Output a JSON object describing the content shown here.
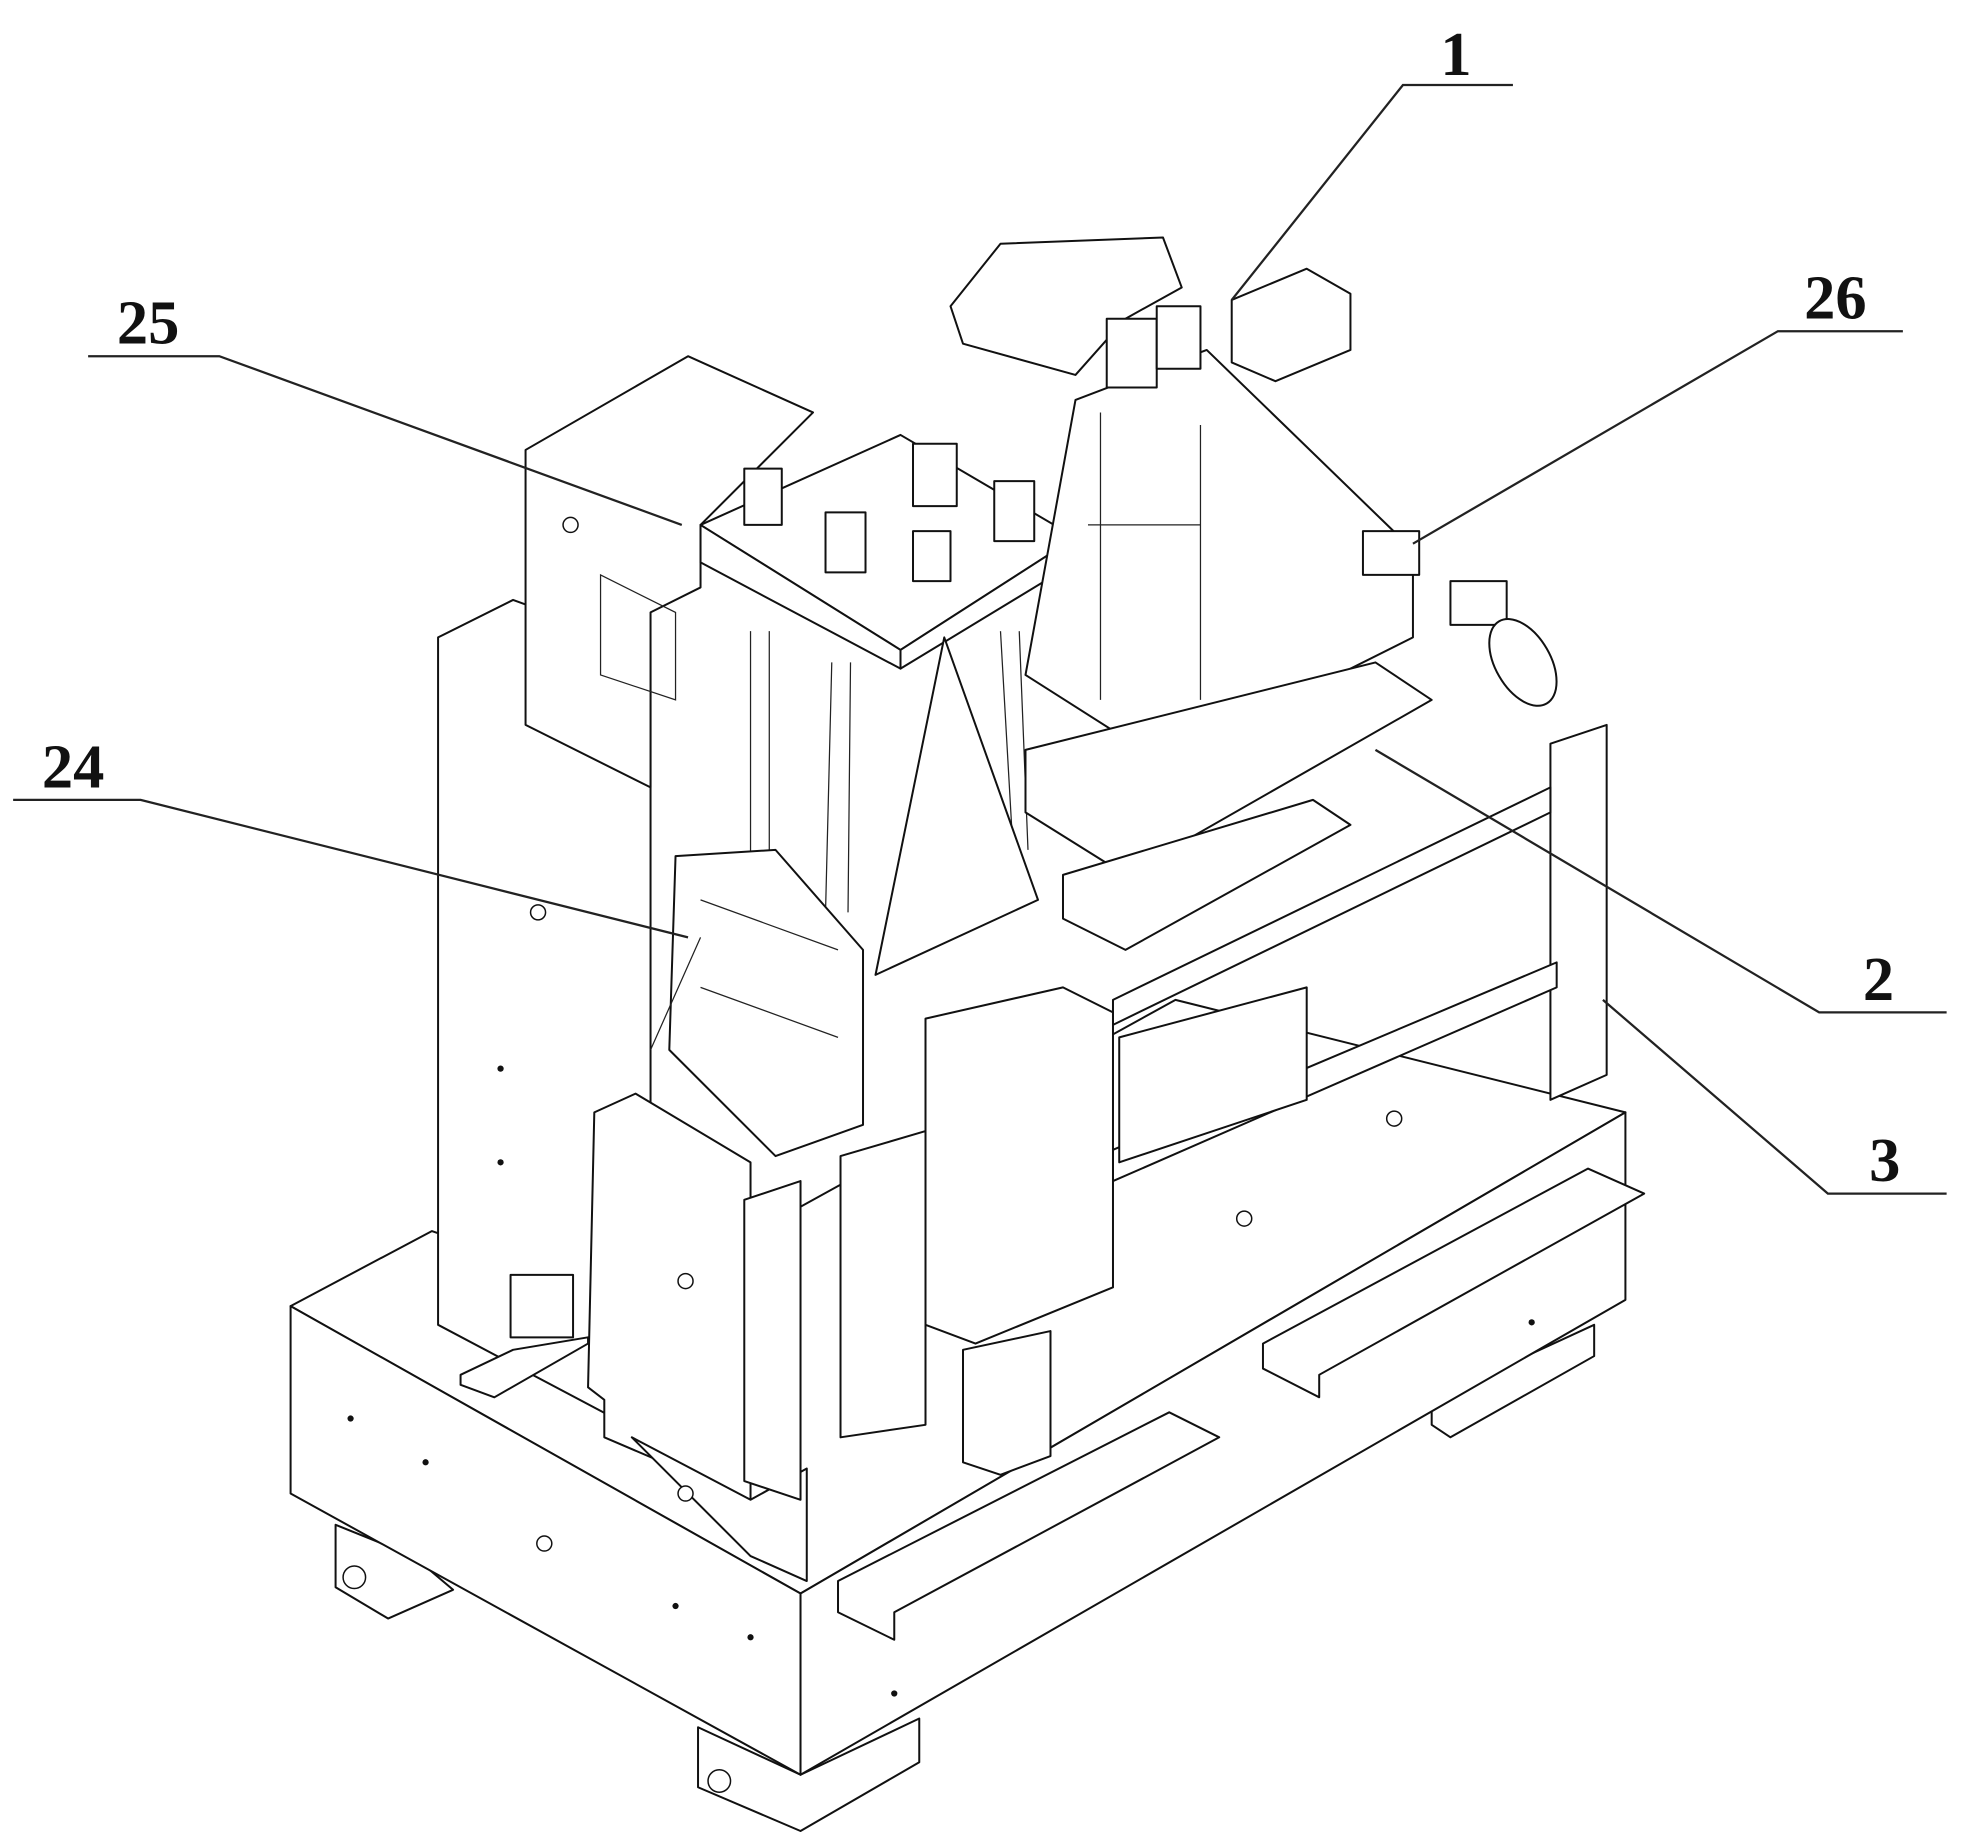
{
  "figure": {
    "type": "patent isometric line drawing of machine",
    "callouts": [
      {
        "id": "label-1",
        "text": "1"
      },
      {
        "id": "label-25",
        "text": "25"
      },
      {
        "id": "label-26",
        "text": "26"
      },
      {
        "id": "label-24",
        "text": "24"
      },
      {
        "id": "label-2",
        "text": "2"
      },
      {
        "id": "label-3",
        "text": "3"
      }
    ]
  }
}
